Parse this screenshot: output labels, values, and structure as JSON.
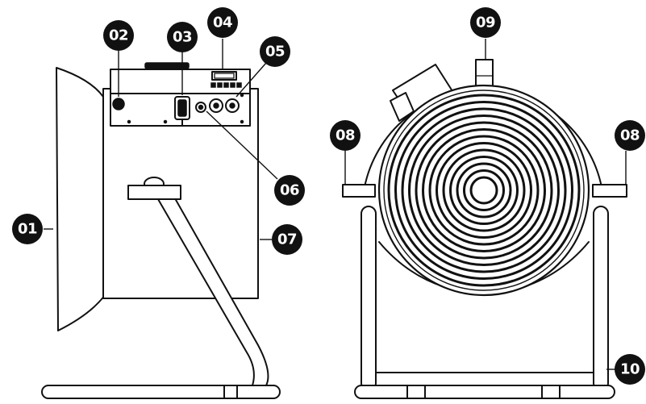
{
  "callouts": [
    {
      "id": "01",
      "label": "01"
    },
    {
      "id": "02",
      "label": "02"
    },
    {
      "id": "03",
      "label": "03"
    },
    {
      "id": "04",
      "label": "04"
    },
    {
      "id": "05",
      "label": "05"
    },
    {
      "id": "06",
      "label": "06"
    },
    {
      "id": "07",
      "label": "07"
    },
    {
      "id": "08a",
      "label": "08"
    },
    {
      "id": "08b",
      "label": "08"
    },
    {
      "id": "09",
      "label": "09"
    },
    {
      "id": "10",
      "label": "10"
    }
  ],
  "colors": {
    "line": "#111111",
    "background": "#ffffff"
  }
}
